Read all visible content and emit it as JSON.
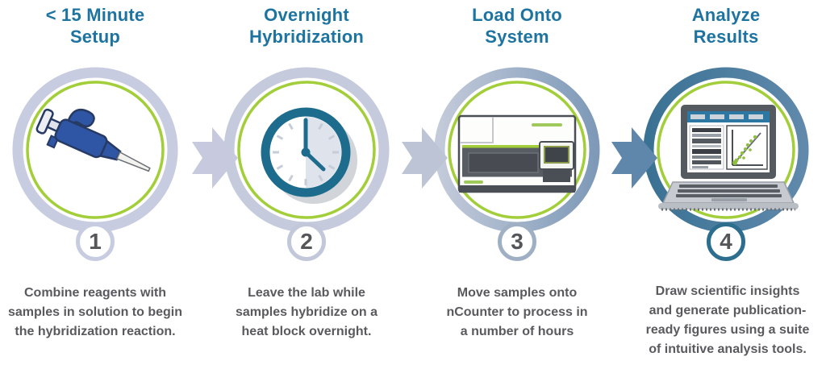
{
  "figure": {
    "type": "workflow-diagram",
    "background": "#ffffff"
  },
  "colors": {
    "title_blue": "#1e74a0",
    "body_text": "#595a5e",
    "green_accent": "#a2ce39",
    "ring_step1": "#c8cce0",
    "ring_step2": "#c5cadd",
    "ring_step3_start": "#c3cada",
    "ring_step3_end": "#7e9ab8",
    "ring_step4_start": "#3a7294",
    "ring_step4_end": "#6089ab",
    "badge_ring_1": "#c8cce0",
    "badge_ring_2": "#c2c8da",
    "badge_ring_3": "#9fb0c5",
    "badge_ring_4": "#2d6e8e",
    "arrow_1": "#c7c9de",
    "arrow_2": "#bdc4d6",
    "arrow_3": "#5f86ab",
    "clock_teal": "#1d6c8d",
    "pipette_blue": "#2e56a4"
  },
  "steps": [
    {
      "number": "1",
      "title": "< 15 Minute\nSetup",
      "icon": "pipette-icon",
      "description": "Combine reagents with\nsamples in solution to begin\nthe hybridization reaction."
    },
    {
      "number": "2",
      "title": "Overnight\nHybridization",
      "icon": "clock-icon",
      "description": "Leave the lab while\nsamples hybridize on a\nheat block overnight."
    },
    {
      "number": "3",
      "title": "Load Onto\nSystem",
      "icon": "instrument-icon",
      "description": "Move samples onto\nnCounter to process in\na number of hours"
    },
    {
      "number": "4",
      "title": "Analyze\nResults",
      "icon": "laptop-icon",
      "description": "Draw scientific insights\nand generate publication-\nready figures using a suite\nof intuitive analysis tools."
    }
  ]
}
